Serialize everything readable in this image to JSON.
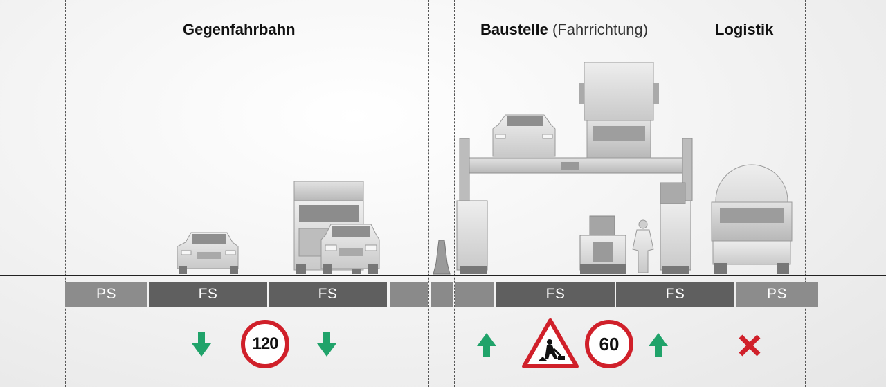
{
  "headings": {
    "gegenfahrbahn": "Gegenfahrbahn",
    "baustelle": "Baustelle",
    "baustelle_sub": "(Fahrrichtung)",
    "logistik": "Logistik"
  },
  "lanes": {
    "l1": "PS",
    "l2": "FS",
    "l3": "FS",
    "l4": "FS",
    "l5": "FS",
    "l6": "PS"
  },
  "signs": {
    "speed_left": "120",
    "speed_right": "60"
  },
  "colors": {
    "arrow": "#20a36a",
    "sign_red": "#d0202a",
    "lane_ps": "#8c8c8c",
    "lane_fs": "#5f5f5f"
  },
  "icons": [
    "arrow-down-icon",
    "speed-limit-sign-icon",
    "arrow-up-icon",
    "roadworks-warning-sign-icon",
    "red-x-icon"
  ]
}
